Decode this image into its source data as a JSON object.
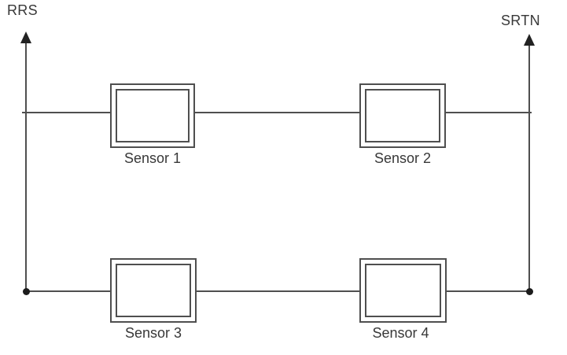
{
  "diagram": {
    "type": "sensor-wiring-ladder",
    "buses": [
      {
        "id": "rrs",
        "label": "RRS",
        "arrow": "up"
      },
      {
        "id": "srtn",
        "label": "SRTN",
        "arrow": "up"
      }
    ],
    "sensors": [
      {
        "label": "Sensor 1",
        "row": 1,
        "column": 1
      },
      {
        "label": "Sensor 2",
        "row": 1,
        "column": 2
      },
      {
        "label": "Sensor 3",
        "row": 2,
        "column": 1
      },
      {
        "label": "Sensor 4",
        "row": 2,
        "column": 2
      }
    ],
    "junction_dots": 2,
    "colors": {
      "line": "#4f4f4f",
      "text": "#383838",
      "arrow": "#222222",
      "dot": "#1c1c1c",
      "background": "#ffffff"
    }
  }
}
